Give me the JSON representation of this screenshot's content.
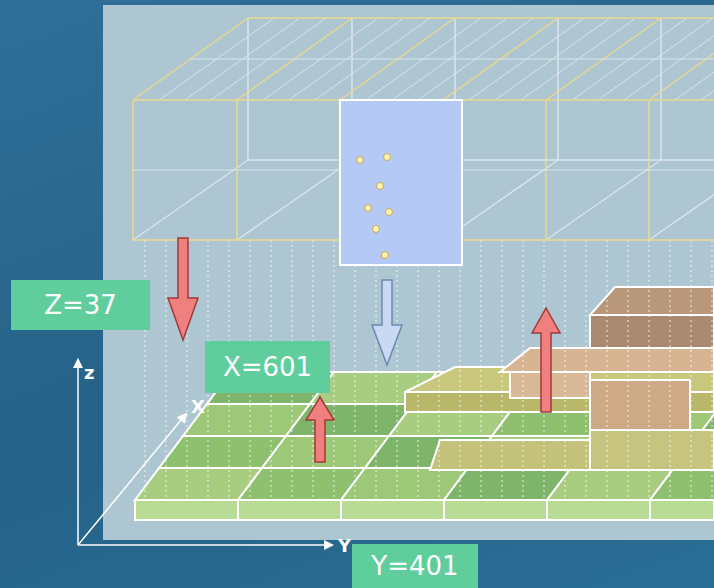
{
  "diagram": {
    "nodes": [
      {
        "text": [
          "Z=37"
        ]
      },
      {
        "text": [
          "X=601"
        ]
      },
      {
        "text": [
          "Y=401"
        ]
      }
    ],
    "labels": [
      "z",
      "X",
      "Y"
    ]
  }
}
